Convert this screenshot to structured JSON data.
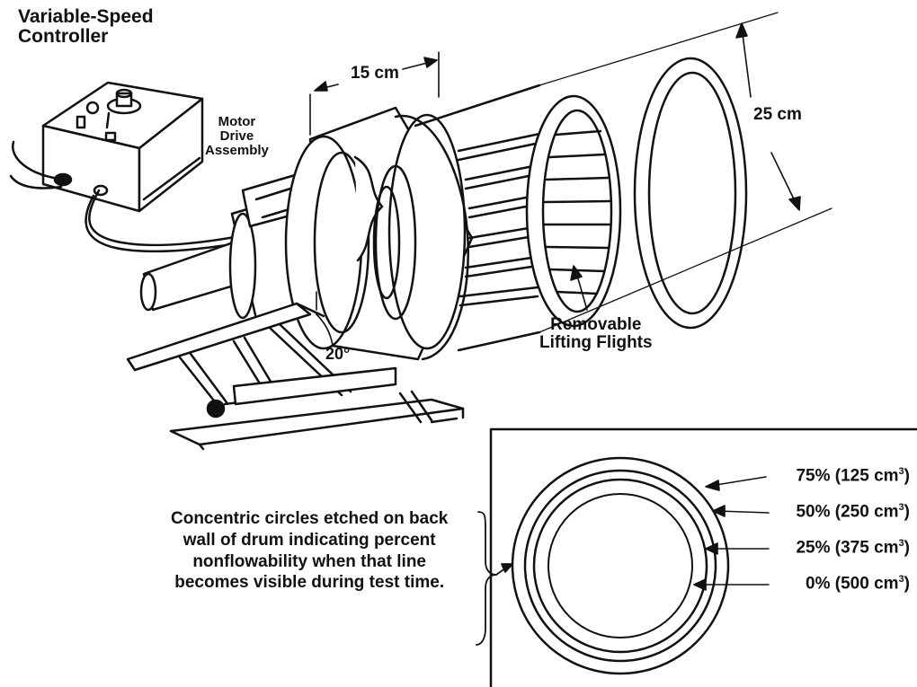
{
  "labels": {
    "controller_line1": "Variable-Speed",
    "controller_line2": "Controller",
    "motor_line1": "Motor",
    "motor_line2": "Drive",
    "motor_line3": "Assembly",
    "length": "15 cm",
    "diameter": "25 cm",
    "flights_line1": "Removable",
    "flights_line2": "Lifting Flights",
    "angle": "20°"
  },
  "rings": [
    {
      "pct": "75%",
      "vol": "(125 cm",
      "sup": "3",
      "close": ")"
    },
    {
      "pct": "50%",
      "vol": "(250 cm",
      "sup": "3",
      "close": ")"
    },
    {
      "pct": "25%",
      "vol": "(375 cm",
      "sup": "3",
      "close": ")"
    },
    {
      "pct": "0%",
      "vol": "(500 cm",
      "sup": "3",
      "close": ")"
    }
  ],
  "caption": {
    "line1": "Concentric circles etched on back",
    "line2": "wall of drum indicating percent",
    "line3": "nonflowability when that line",
    "line4": "becomes visible during test time."
  },
  "colors": {
    "ink": "#111111",
    "paper": "#ffffff"
  }
}
